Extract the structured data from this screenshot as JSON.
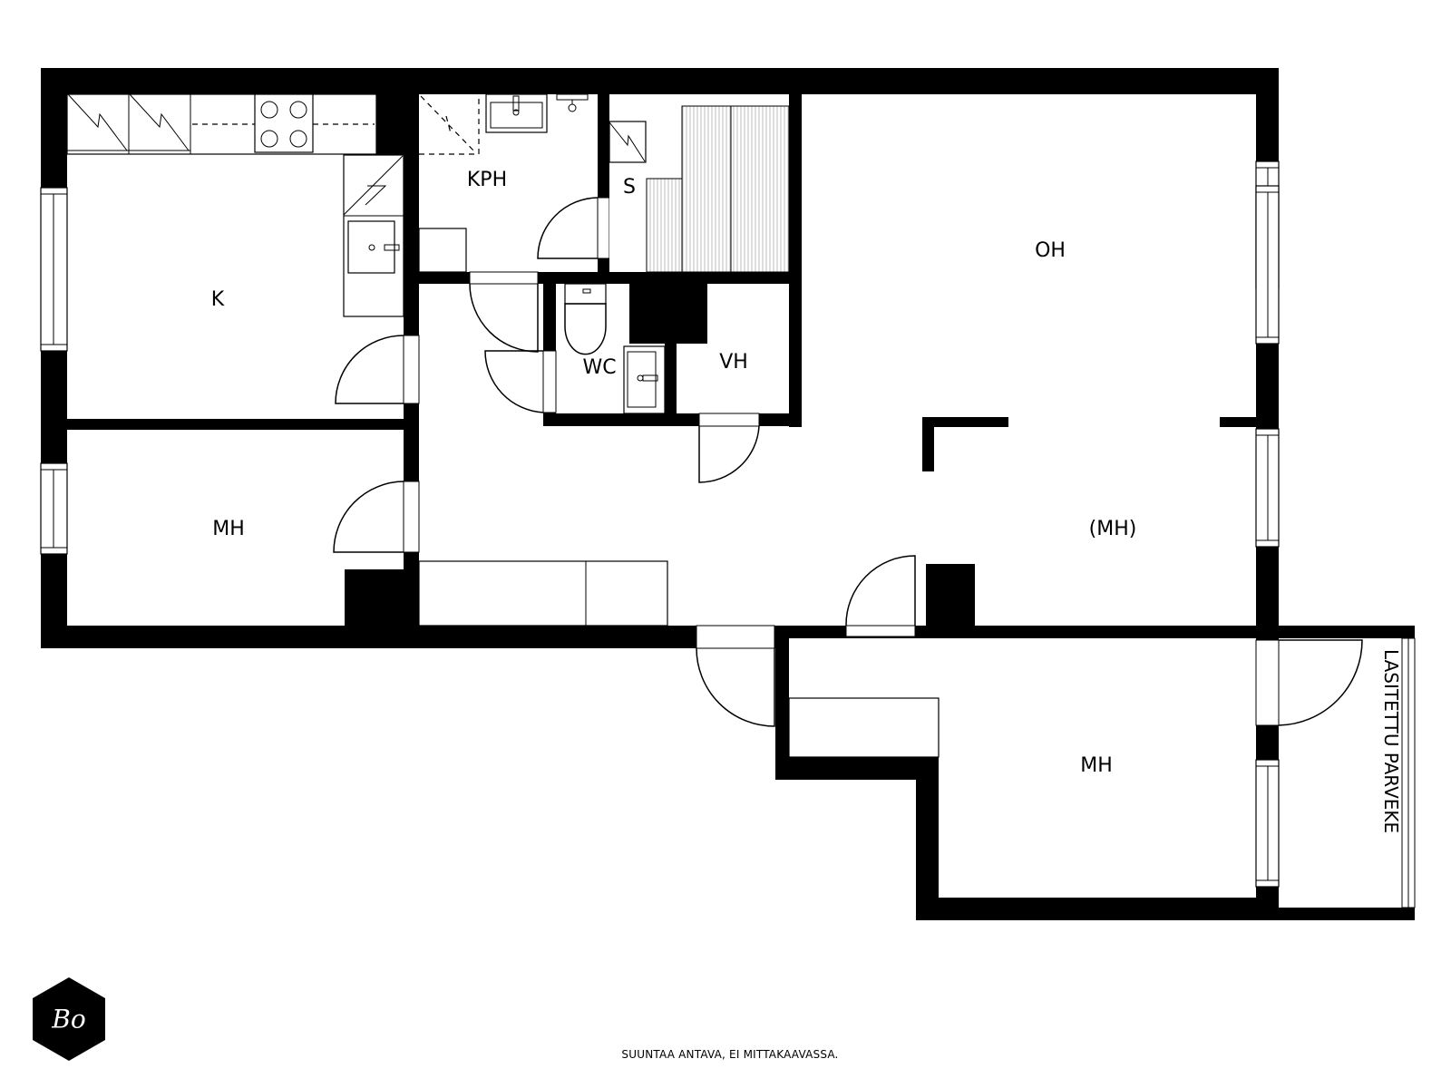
{
  "floorplan": {
    "rooms": [
      {
        "id": "kitchen",
        "label": "K"
      },
      {
        "id": "bathroom",
        "label": "KPH"
      },
      {
        "id": "sauna",
        "label": "S"
      },
      {
        "id": "living-room",
        "label": "OH"
      },
      {
        "id": "toilet",
        "label": "WC"
      },
      {
        "id": "wardrobe",
        "label": "VH"
      },
      {
        "id": "bedroom-west",
        "label": "MH"
      },
      {
        "id": "bedroom-optional",
        "label": "(MH)"
      },
      {
        "id": "bedroom-south",
        "label": "MH"
      },
      {
        "id": "glazed-balcony",
        "label": "LASITETTU PARVEKE"
      }
    ],
    "colors": {
      "wall": "#000000",
      "background": "#ffffff",
      "sauna_bench": "#d9d9d9"
    }
  },
  "footer": {
    "disclaimer": "SUUNTAA ANTAVA, EI MITTAKAAVASSA.",
    "logo_text": "Bo"
  }
}
